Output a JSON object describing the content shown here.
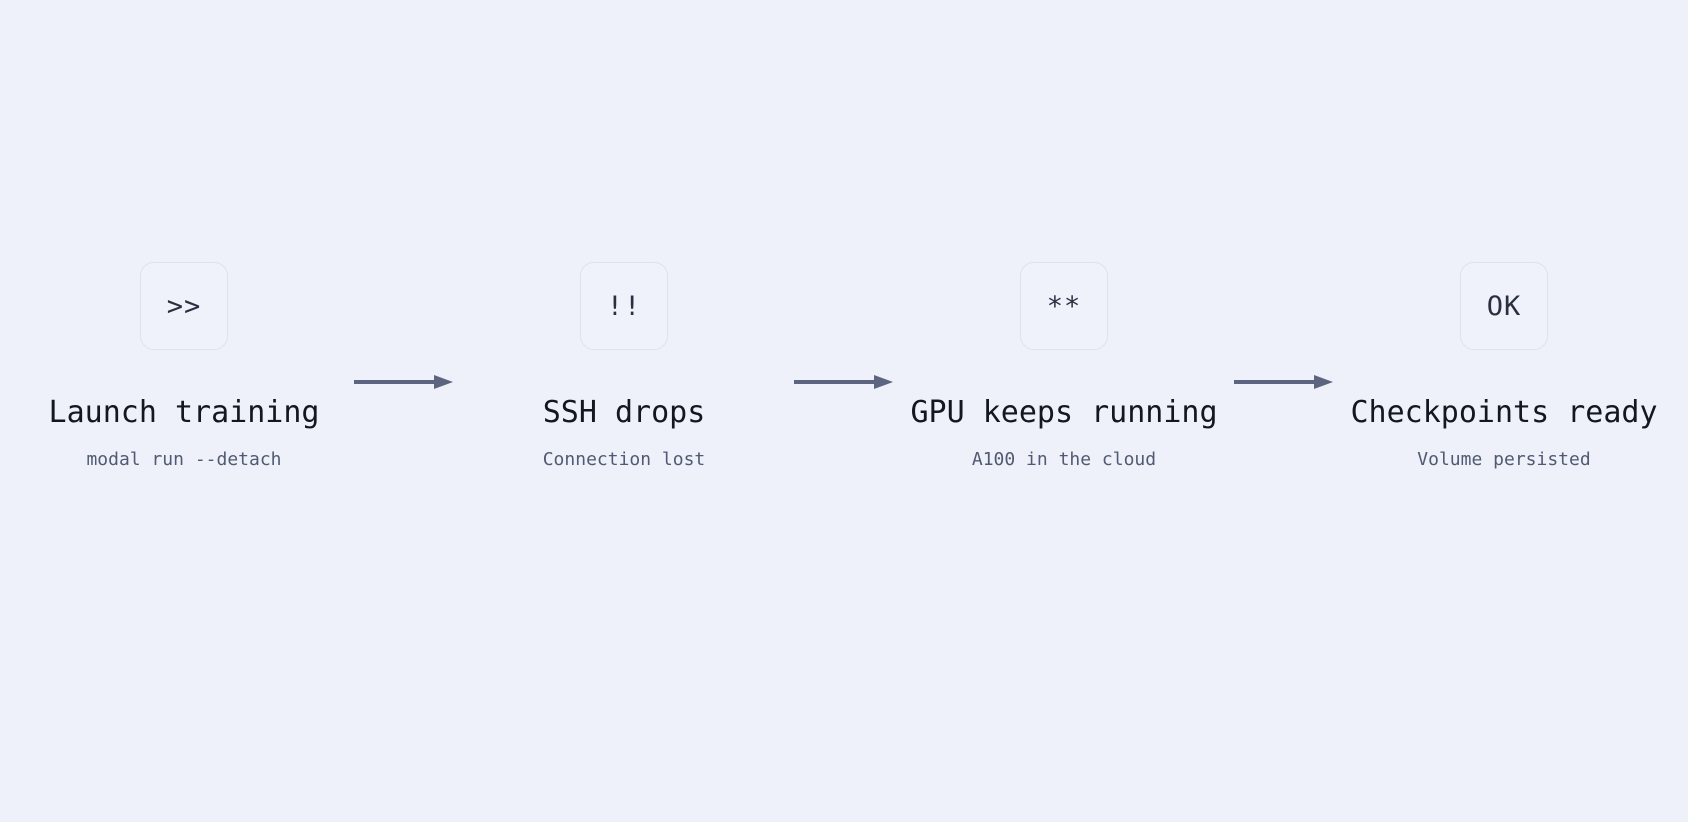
{
  "diagram": {
    "background_color": "#eef1fa",
    "arrow_color": "#5c6480",
    "title_color": "#15171f",
    "subtitle_color": "#515a72",
    "box_border_color": "#dde2f0",
    "steps": [
      {
        "icon": ">>",
        "icon_name": "double-chevron-right-icon",
        "title": "Launch training",
        "subtitle": "modal run --detach"
      },
      {
        "icon": "!!",
        "icon_name": "double-exclamation-icon",
        "title": "SSH drops",
        "subtitle": "Connection lost"
      },
      {
        "icon": "**",
        "icon_name": "double-asterisk-icon",
        "title": "GPU keeps running",
        "subtitle": "A100 in the cloud"
      },
      {
        "icon": "OK",
        "icon_name": "ok-status-icon",
        "title": "Checkpoints ready",
        "subtitle": "Volume persisted"
      }
    ],
    "connectors": [
      {
        "name": "arrow-step1-to-step2"
      },
      {
        "name": "arrow-step2-to-step3"
      },
      {
        "name": "arrow-step3-to-step4"
      }
    ]
  }
}
